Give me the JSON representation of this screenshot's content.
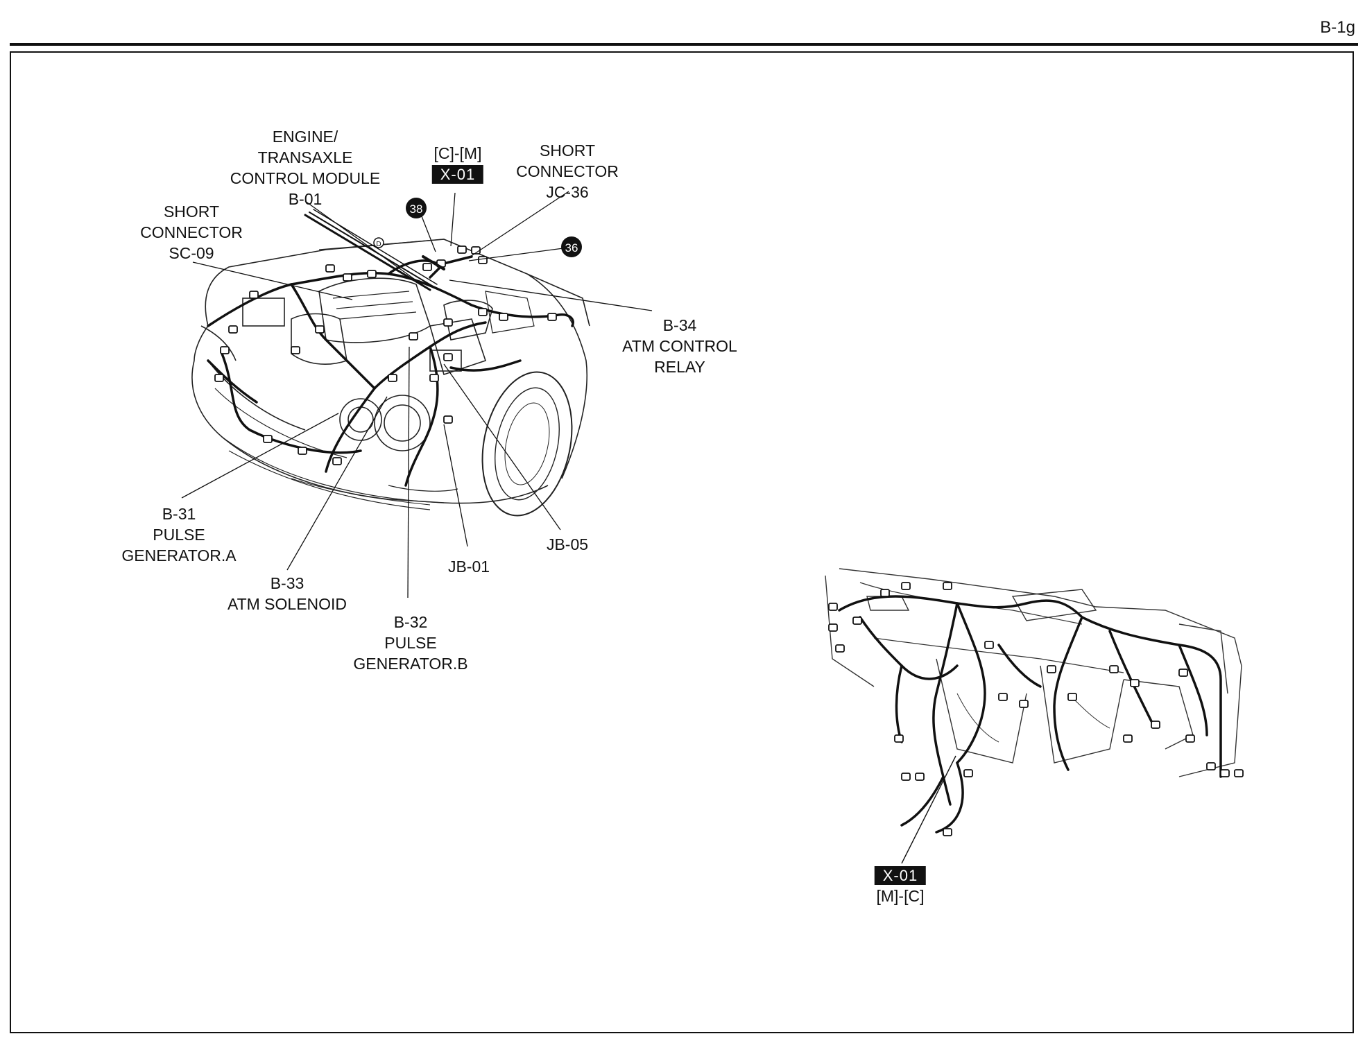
{
  "page": {
    "id": "B-1g"
  },
  "engine_labels": {
    "ecm": [
      "ENGINE/",
      "TRANSAXLE",
      "CONTROL MODULE",
      "B-01"
    ],
    "sc09": [
      "SHORT",
      "CONNECTOR",
      "SC-09"
    ],
    "x01_top": {
      "range": "[C]-[M]",
      "badge": "X-01"
    },
    "jc36": [
      "SHORT",
      "CONNECTOR",
      "JC-36"
    ],
    "ground_38": "38",
    "ground_36": "36",
    "ground_d": "D",
    "b34": [
      "B-34",
      "ATM CONTROL",
      "RELAY"
    ],
    "b31": [
      "B-31",
      "PULSE",
      "GENERATOR.A"
    ],
    "b33": [
      "B-33",
      "ATM SOLENOID"
    ],
    "b32": [
      "B-32",
      "PULSE",
      "GENERATOR.B"
    ],
    "jb01": "JB-01",
    "jb05": "JB-05"
  },
  "dash_labels": {
    "x01_bottom": {
      "badge": "X-01",
      "range": "[M]-[C]"
    }
  }
}
